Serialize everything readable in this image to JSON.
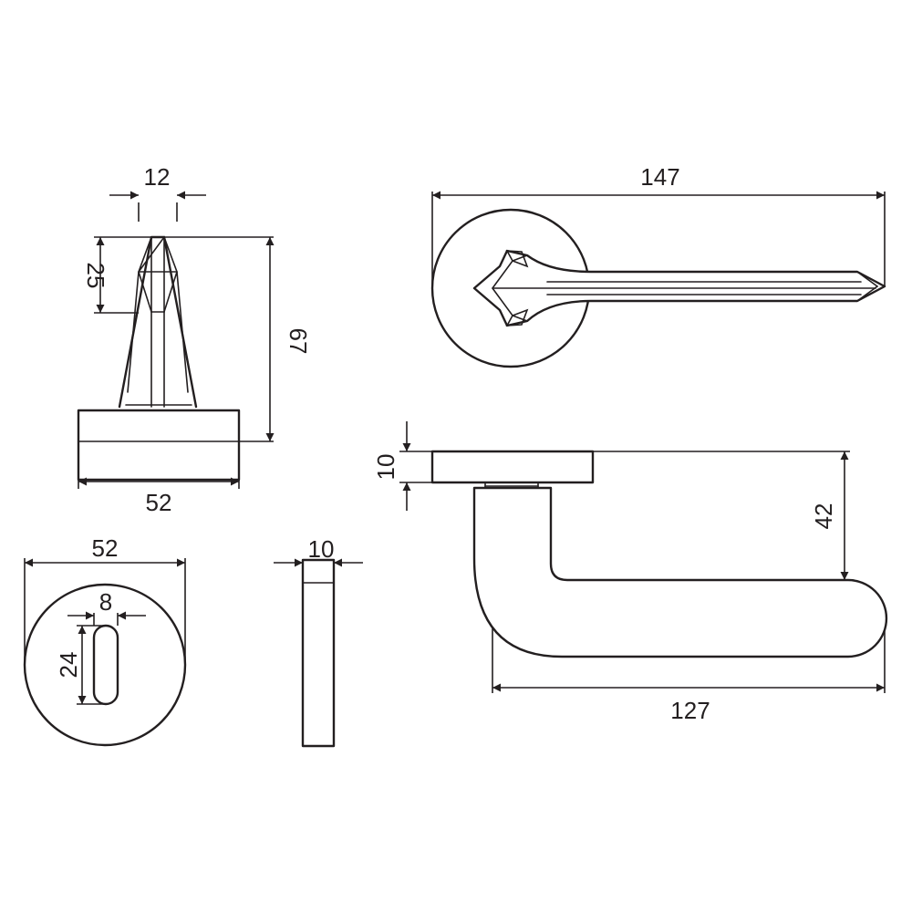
{
  "figure": {
    "stroke_color": "#231f20",
    "background": "#ffffff"
  },
  "dimensions": {
    "lever_top_width": "12",
    "lever_top_tip_height": "25",
    "lever_front_height": "67",
    "lever_front_base_width": "52",
    "handle_top_length": "147",
    "rose_thickness": "10",
    "handle_drop_height": "42",
    "handle_side_length": "127",
    "key_rose_diameter": "52",
    "keyhole_width": "8",
    "keyhole_height": "24",
    "key_rose_thickness": "10"
  }
}
